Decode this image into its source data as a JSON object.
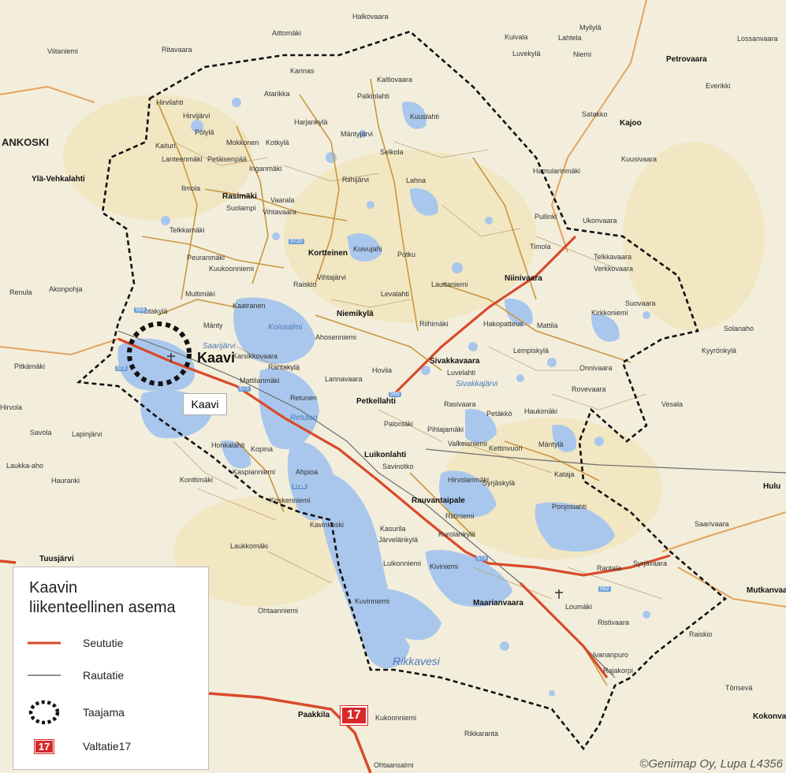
{
  "colors": {
    "background": "#f3eedc",
    "water": "#a9c7ec",
    "border": "#111111",
    "seututie": "#d94a2a",
    "rautatie": "#555555",
    "valtatie": "#d62828",
    "local_road": "#c9963e"
  },
  "legend": {
    "title_line1": "Kaavin",
    "title_line2": "liikenteellinen asema",
    "items": [
      {
        "symbol": "red-line",
        "label": "Seututie"
      },
      {
        "symbol": "thin-black-line",
        "label": "Rautatie"
      },
      {
        "symbol": "dashed-circle",
        "label": "Taajama"
      },
      {
        "symbol": "road-shield",
        "shield": "17",
        "label": "Valtatie17"
      }
    ]
  },
  "callout": {
    "label": "Kaavi"
  },
  "shields": [
    "17"
  ],
  "copyright": "©Genimap Oy, Lupa L4356",
  "road_numbers": [
    "573",
    "569",
    "5720",
    "573",
    "562",
    "5726",
    "573",
    "569"
  ],
  "places": {
    "kaavi": "Kaavi",
    "ankoski": "ANKOSKI",
    "viitaniemi": "Viitaniemi",
    "ritavaara": "Ritavaara",
    "aittomaki": "Aittomäki",
    "halkovaara": "Halkovaara",
    "kuivala": "Kuivala",
    "myllyla": "Myllylä",
    "lossanvaara": "Lossanvaara",
    "luvekyla": "Luvekylä",
    "lahtela": "Lahtela",
    "petrovaara": "Petrovaara",
    "niemi": "Niemi",
    "kannas": "Kannas",
    "kaltiovaara": "Kaltiovaara",
    "atarikka": "Atarikka",
    "palkinlahti": "Palkinlahti",
    "kuuslahti": "Kuuslahti",
    "hirvilahti": "Hirvilahti",
    "hirvijarvi": "Hirvijärvi",
    "harjankyla": "Harjankylä",
    "mantyjarvi": "Mäntyjärvi",
    "polyla": "Pölylä",
    "mokkonen": "Mokkonen",
    "kotkyla": "Kotkylä",
    "kaituri": "Kaituri",
    "lanteenmaki": "Lanteenmäki",
    "petaisenpaa": "Petäisenpää",
    "inganmaki": "Inganmäki",
    "selkola": "Selkola",
    "riihijarvi": "Riihijärvi",
    "lahna": "Lahna",
    "yla_vehkalahti": "Ylä-Vehkalahti",
    "ilmola": "Ilmola",
    "rasimaki": "Rasimäki",
    "suolampi": "Suolampi",
    "vaarala": "Vaarala",
    "vihtavaara": "Vihtavaara",
    "telkkamaki": "Telkkamäki",
    "kortteinen": "Kortteinen",
    "koivujahi": "Koivujahi",
    "potku": "Potku",
    "pullinki": "Pullinki",
    "timola": "Timola",
    "telkkavaara": "Telkkavaara",
    "verkkovaara": "Verkkovaara",
    "peuranmaki": "Peuranmäki",
    "kuukoonniemi": "Kuukoonniemi",
    "vihtajarvi": "Vihtajärvi",
    "lauttaniemi": "Lauttaniemi",
    "niinivaara": "Niinivaara",
    "suovaara": "Suovaara",
    "multimaki": "Multimäki",
    "raiskio": "Raiskio",
    "levalahti": "Levalahti",
    "kaatranen": "Kaatranen",
    "niemikyla": "Niemikylä",
    "riihimaki": "Riihimäki",
    "hakopatteus": "Hakopatteus",
    "mattila": "Mattila",
    "kirkkoniemi": "Kirkkoniemi",
    "akonpohja": "Akonpohja",
    "renula": "Renula",
    "kotakyla": "Kotakylä",
    "manty": "Mänty",
    "karsikkovaara": "Karsikkovaara",
    "rantakyla": "Rantakylä",
    "ahosenniemi": "Ahosenniemi",
    "sivakkavaara": "Sivakkavaara",
    "luvelahti": "Luvelahti",
    "lempiskyla": "Lempiskylä",
    "onnivaara": "Onnivaara",
    "hovila": "Hovila",
    "lannavaara": "Lannavaara",
    "mattilanmaki": "Mattilanmäki",
    "retunen": "Retunen",
    "petkellahti": "Petkellahti",
    "rasivaara": "Rasivaara",
    "petakko": "Petäkkö",
    "haukimaki": "Haukimäki",
    "rovevaara": "Rovevaara",
    "pitkamaki": "Pitkämäki",
    "hirvola": "Hirvola",
    "savola": "Savola",
    "lapinjarvi": "Lapinjärvi",
    "palontaki": "Palontäki",
    "pihlajamaki": "Pihlajamäki",
    "valkeisniemi": "Valkeisniemi",
    "kettinvuori": "Kettinvuori",
    "mantyla": "Mäntylä",
    "honkalahti": "Honkalahti",
    "kopina": "Kopina",
    "luikonlahti": "Luikonlahti",
    "savinotko": "Savinotko",
    "laukka_aho": "Laukka-aho",
    "hauranki": "Hauranki",
    "konttimaki": "Konttimäki",
    "kaspianniemi": "Kaspianniemi",
    "ahpioa": "Ahpioa",
    "hirvolanmaki": "Hirvolanmäki",
    "syrjaskyla": "Syrjäskylä",
    "kataja": "Kataja",
    "koskenniemi": "Koskenniemi",
    "rauvantaipale": "Rauvantaipale",
    "riitiniemi": "Riitiniemi",
    "ponjosiahti": "Ponjosiahti",
    "kavinkoski": "Kavinkoski",
    "kasurila": "Kasurila",
    "jarvelankyla": "Järvelänkylä",
    "kurolankyla": "Kurolankylä",
    "tuusjarvi": "Tuusjärvi",
    "laukkomaki": "Laukkomäki",
    "luikonniemi": "Luikonniemi",
    "kiviniemi": "Kiviniemi",
    "rantala": "Rantala",
    "syrjavaara": "Syrjävaara",
    "ohtaanniemi": "Ohtaanniemi",
    "maarianvaara": "Maarianvaara",
    "loumaki": "Loumäki",
    "ristivaara": "Ristivaara",
    "kuvinniemi": "Kuvinniemi",
    "ivananpuro": "Ivananpuro",
    "rajakorpi": "Rajakorpi",
    "paakkila": "Paakkila",
    "kukoonniemi": "Kukoonniemi",
    "rikkaranta": "Rikkaranta",
    "ohtaansalmi": "Ohtaansalmi",
    "saarivaara": "Saarivaara",
    "mutkanvaara": "Mutkanvaara",
    "kokonvaara": "Kokonvaara",
    "torisevä": "Törisevä",
    "hulu": "Hulu",
    "petrovaara2": "Everikki",
    "kajoo": "Kajoo",
    "satakko": "Satakko",
    "kuusivaara": "Kuusivaara",
    "hamularinmaki": "Hamularinmäki",
    "ukonvaara": "Ukonvaara",
    "solanaho": "Solanaho",
    "kyyronkyla": "Kyyrönkylä",
    "raiskio2": "Raiskio",
    "vesala": "Vesala"
  },
  "lakes": {
    "saarijarvi": "Saarijärvi",
    "koiosalmi": "Koiosalmi",
    "retulan": "Retulan",
    "rikkavesi": "Rikkavesi",
    "sivakkajarvi": "Sivakkajärvi"
  }
}
